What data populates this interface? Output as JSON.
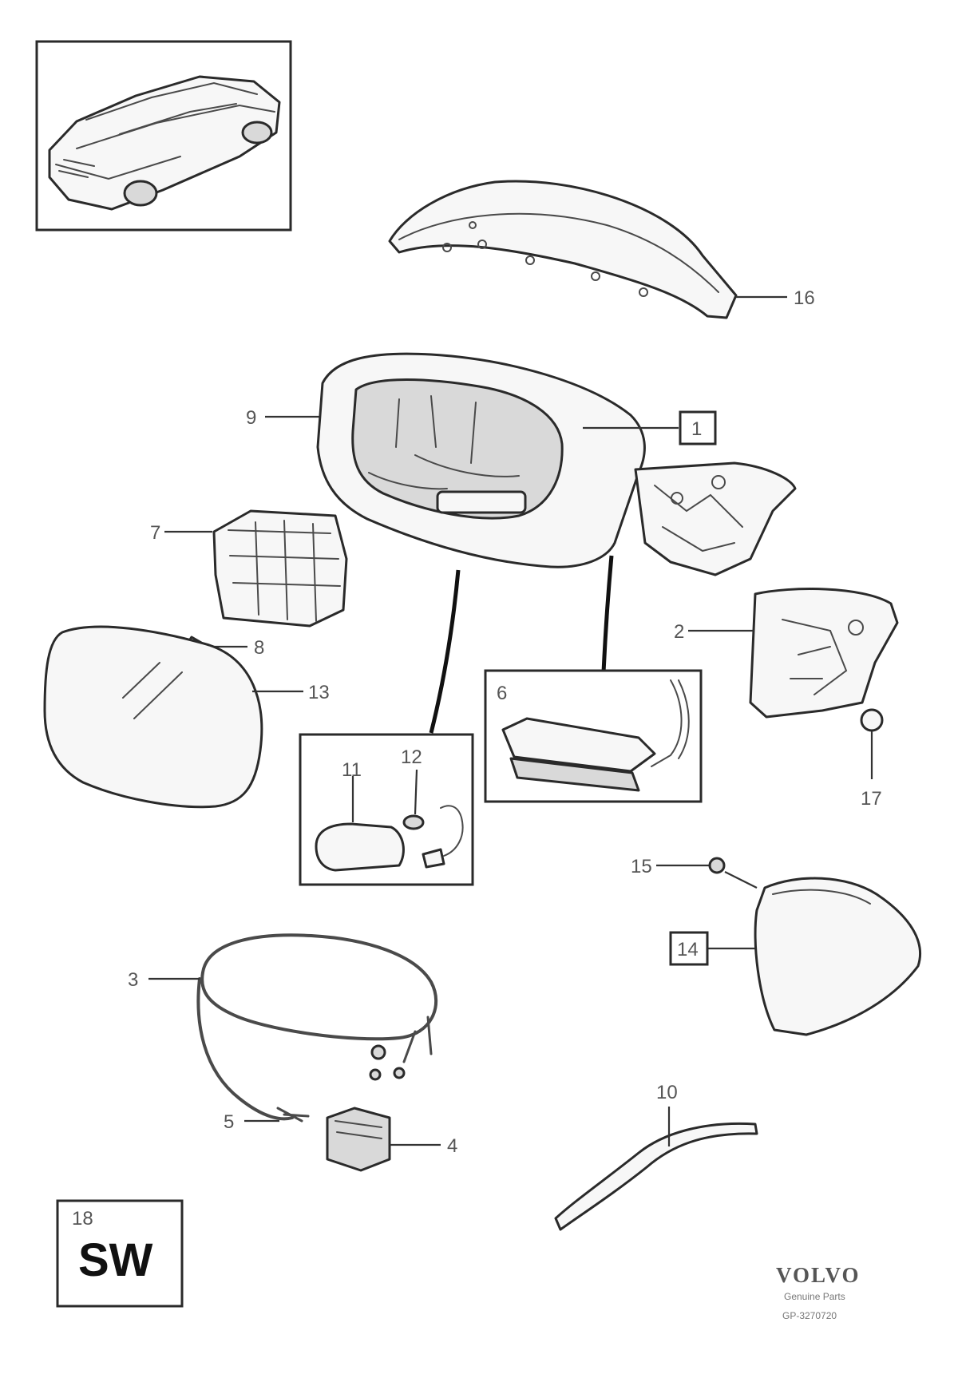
{
  "callouts": {
    "c16": "16",
    "c9": "9",
    "c1": "1",
    "c7": "7",
    "c2": "2",
    "c8": "8",
    "c13": "13",
    "c6": "6",
    "c12": "12",
    "c11": "11",
    "c17": "17",
    "c15": "15",
    "c14": "14",
    "c3": "3",
    "c5": "5",
    "c4": "4",
    "c10": "10",
    "c18": "18"
  },
  "market_box": {
    "number": "18",
    "label": "SW"
  },
  "brand": {
    "name": "VOLVO",
    "subtitle": "Genuine Parts",
    "code": "GP-3270720"
  }
}
